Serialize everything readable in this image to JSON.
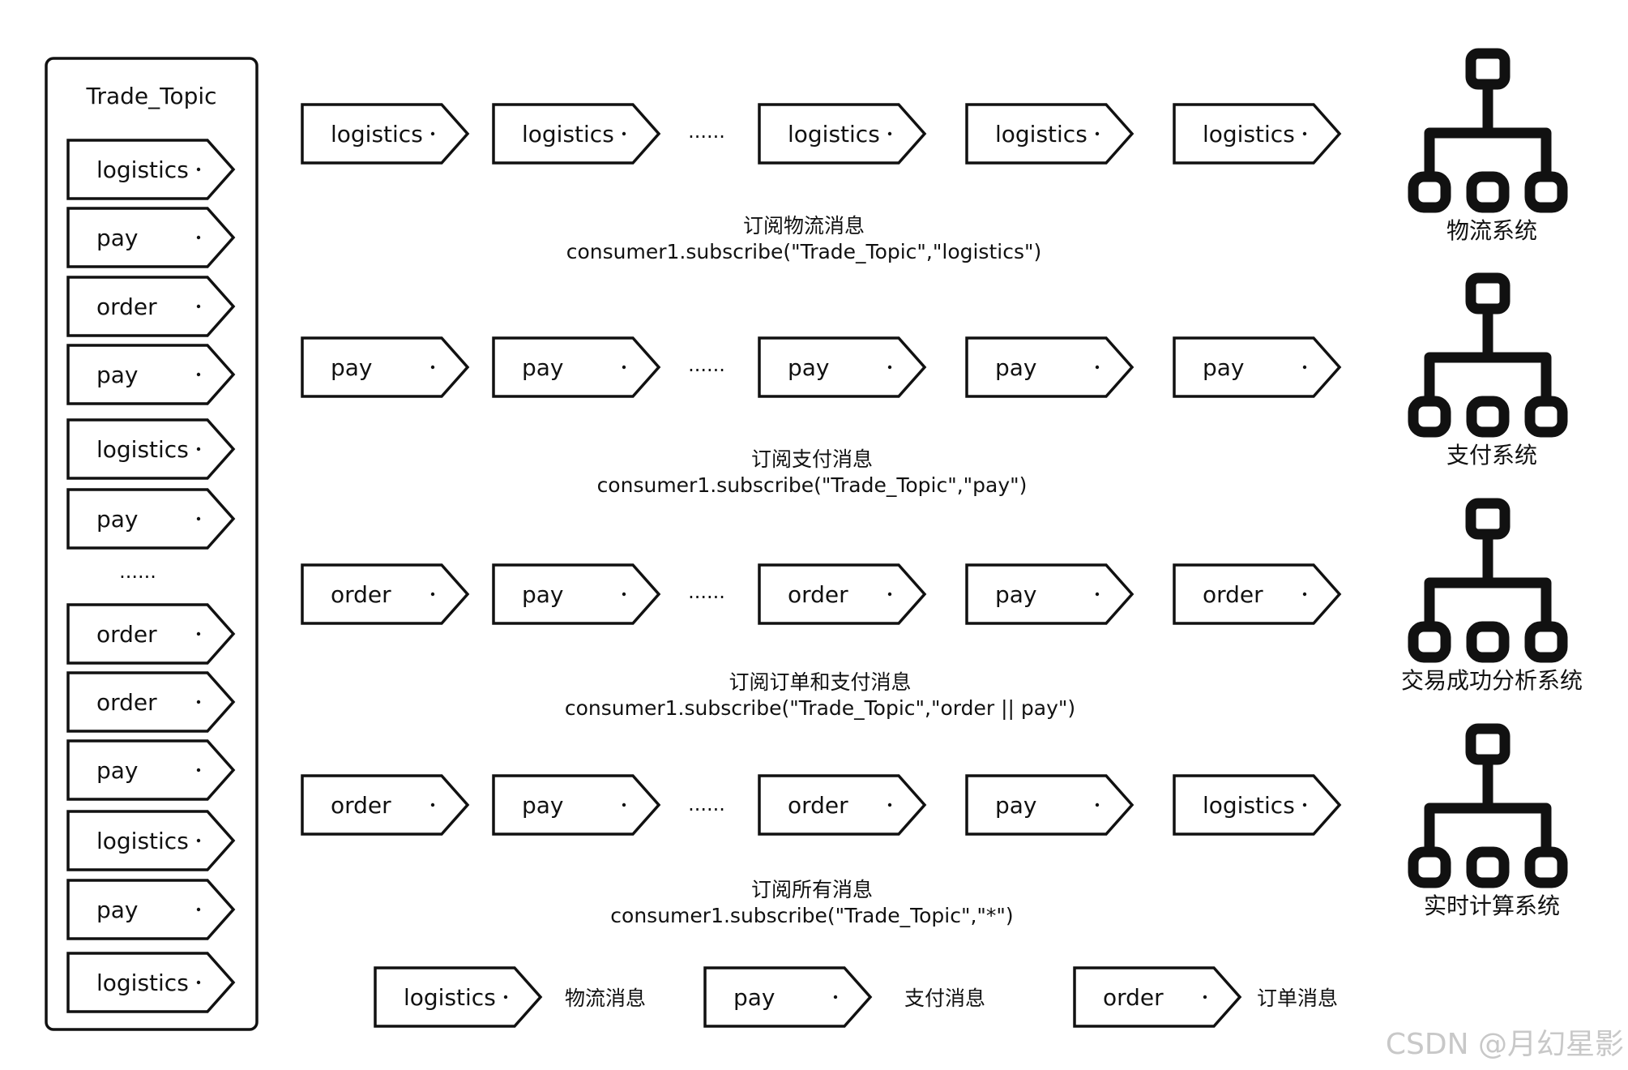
{
  "topic": {
    "title": "Trade_Topic",
    "messages": [
      "logistics",
      "pay",
      "order",
      "pay",
      "logistics",
      "pay",
      "order",
      "order",
      "pay",
      "logistics",
      "pay",
      "logistics"
    ],
    "ellipsis": "......"
  },
  "rows": [
    {
      "tags": [
        "logistics",
        "logistics",
        "logistics",
        "logistics",
        "logistics"
      ],
      "ellipsis": "......",
      "caption_title": "订阅物流消息",
      "caption_code": "consumer1.subscribe(\"Trade_Topic\",\"logistics\")",
      "system_name": "物流系统",
      "system_icon": "hierarchy-icon"
    },
    {
      "tags": [
        "pay",
        "pay",
        "pay",
        "pay",
        "pay"
      ],
      "ellipsis": "......",
      "caption_title": "订阅支付消息",
      "caption_code": "consumer1.subscribe(\"Trade_Topic\",\"pay\")",
      "system_name": "支付系统",
      "system_icon": "hierarchy-icon"
    },
    {
      "tags": [
        "order",
        "pay",
        "order",
        "pay",
        "order"
      ],
      "ellipsis": "......",
      "caption_title": "订阅订单和支付消息",
      "caption_code": "consumer1.subscribe(\"Trade_Topic\",\"order || pay\")",
      "system_name": "交易成功分析系统",
      "system_icon": "hierarchy-icon"
    },
    {
      "tags": [
        "order",
        "pay",
        "order",
        "pay",
        "logistics"
      ],
      "ellipsis": "......",
      "caption_title": "订阅所有消息",
      "caption_code": "consumer1.subscribe(\"Trade_Topic\",\"*\")",
      "system_name": "实时计算系统",
      "system_icon": "hierarchy-icon"
    }
  ],
  "legend": [
    {
      "tag": "logistics",
      "text": "物流消息"
    },
    {
      "tag": "pay",
      "text": "支付消息"
    },
    {
      "tag": "order",
      "text": "订单消息"
    }
  ],
  "watermark": "CSDN @月幻星影",
  "colors": {
    "stroke": "#111111",
    "text": "#111111",
    "watermark": "#c8c8c8"
  }
}
